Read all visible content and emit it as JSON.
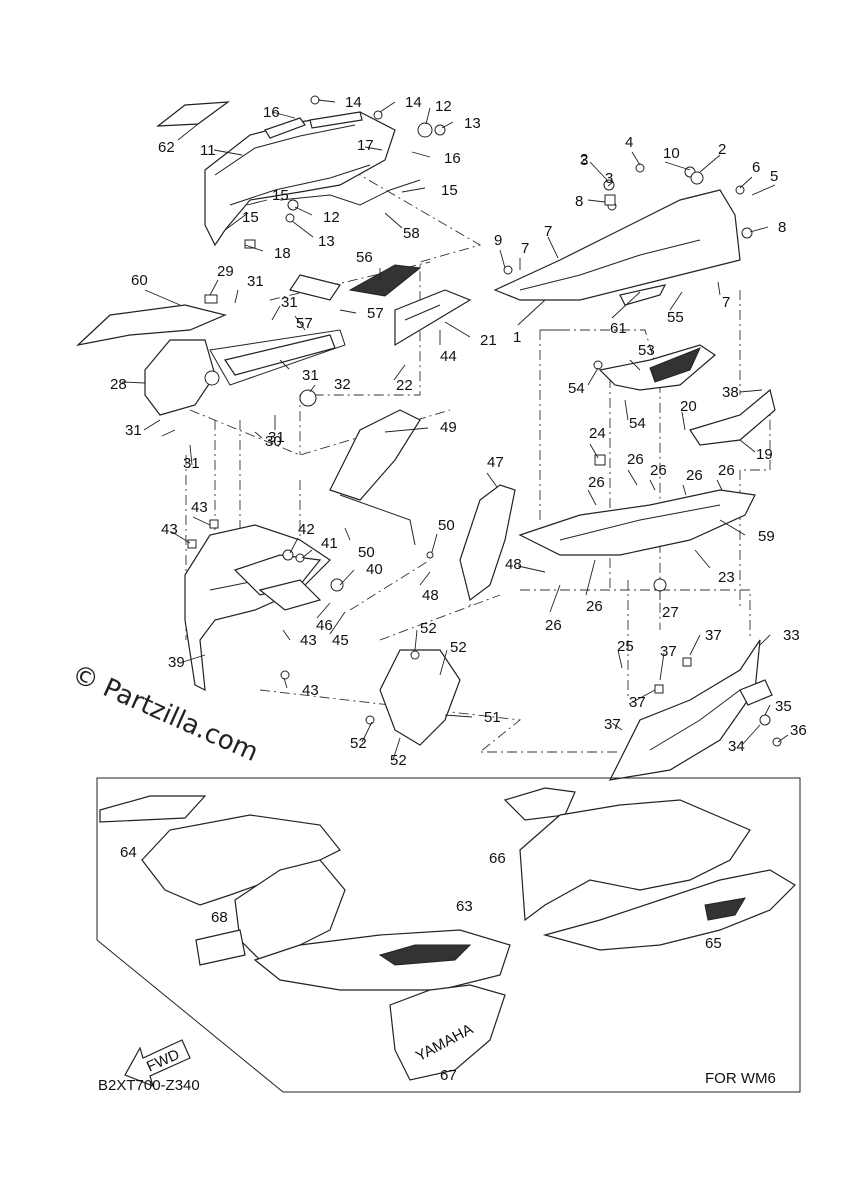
{
  "diagram": {
    "code": "B2XT700-Z340",
    "watermark": "© Partzilla.com",
    "fwd_label": "FWD",
    "variant_label": "FOR WM6",
    "logo_text": "YAMAHA",
    "callouts": [
      {
        "num": "62"
      },
      {
        "num": "16"
      },
      {
        "num": "14"
      },
      {
        "num": "14"
      },
      {
        "num": "12"
      },
      {
        "num": "13"
      },
      {
        "num": "11"
      },
      {
        "num": "17"
      },
      {
        "num": "16"
      },
      {
        "num": "15"
      },
      {
        "num": "15"
      },
      {
        "num": "12"
      },
      {
        "num": "13"
      },
      {
        "num": "58"
      },
      {
        "num": "18"
      },
      {
        "num": "15"
      },
      {
        "num": "4"
      },
      {
        "num": "3"
      },
      {
        "num": "2"
      },
      {
        "num": "3"
      },
      {
        "num": "10"
      },
      {
        "num": "2"
      },
      {
        "num": "6"
      },
      {
        "num": "5"
      },
      {
        "num": "8"
      },
      {
        "num": "8"
      },
      {
        "num": "9"
      },
      {
        "num": "7"
      },
      {
        "num": "7"
      },
      {
        "num": "7"
      },
      {
        "num": "1"
      },
      {
        "num": "61"
      },
      {
        "num": "55"
      },
      {
        "num": "60"
      },
      {
        "num": "29"
      },
      {
        "num": "31"
      },
      {
        "num": "56"
      },
      {
        "num": "31"
      },
      {
        "num": "57"
      },
      {
        "num": "57"
      },
      {
        "num": "21"
      },
      {
        "num": "44"
      },
      {
        "num": "28"
      },
      {
        "num": "31"
      },
      {
        "num": "32"
      },
      {
        "num": "22"
      },
      {
        "num": "31"
      },
      {
        "num": "30"
      },
      {
        "num": "31"
      },
      {
        "num": "31"
      },
      {
        "num": "53"
      },
      {
        "num": "54"
      },
      {
        "num": "54"
      },
      {
        "num": "38"
      },
      {
        "num": "20"
      },
      {
        "num": "19"
      },
      {
        "num": "49"
      },
      {
        "num": "24"
      },
      {
        "num": "26"
      },
      {
        "num": "26"
      },
      {
        "num": "26"
      },
      {
        "num": "26"
      },
      {
        "num": "26"
      },
      {
        "num": "47"
      },
      {
        "num": "43"
      },
      {
        "num": "43"
      },
      {
        "num": "42"
      },
      {
        "num": "41"
      },
      {
        "num": "50"
      },
      {
        "num": "50"
      },
      {
        "num": "59"
      },
      {
        "num": "23"
      },
      {
        "num": "48"
      },
      {
        "num": "48"
      },
      {
        "num": "26"
      },
      {
        "num": "26"
      },
      {
        "num": "27"
      },
      {
        "num": "40"
      },
      {
        "num": "46"
      },
      {
        "num": "45"
      },
      {
        "num": "43"
      },
      {
        "num": "52"
      },
      {
        "num": "52"
      },
      {
        "num": "39"
      },
      {
        "num": "43"
      },
      {
        "num": "25"
      },
      {
        "num": "37"
      },
      {
        "num": "37"
      },
      {
        "num": "33"
      },
      {
        "num": "37"
      },
      {
        "num": "35"
      },
      {
        "num": "51"
      },
      {
        "num": "37"
      },
      {
        "num": "52"
      },
      {
        "num": "52"
      },
      {
        "num": "34"
      },
      {
        "num": "36"
      },
      {
        "num": "64"
      },
      {
        "num": "66"
      },
      {
        "num": "63"
      },
      {
        "num": "68"
      },
      {
        "num": "65"
      },
      {
        "num": "67"
      }
    ]
  }
}
